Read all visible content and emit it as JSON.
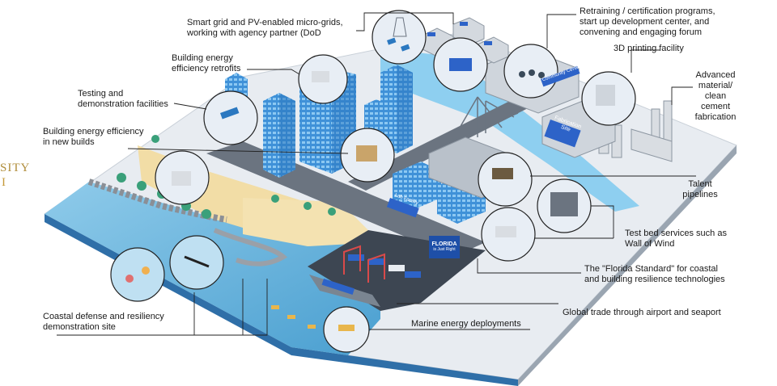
{
  "logo": {
    "line1": "SITY",
    "line2": "I"
  },
  "labels": {
    "smart_grid": "Smart grid and PV-enabled micro-grids,\nworking with agency partner (DoD",
    "retrofits": "Building energy\nefficiency retrofits",
    "testing": "Testing and\ndemonstration facilities",
    "new_builds": "Building energy efficiency\nin new builds",
    "retraining": "Retraining / certification programs,\nstart up development center, and\nconvening and engaging forum",
    "printing": "3D printing facility",
    "materials": "Advanced\nmaterial/\nclean cement\nfabrication",
    "talent": "Talent\npipelines",
    "test_bed": "Test bed services such as\nWall of Wind",
    "florida_standard": "The \"Florida Standard\" for coastal\nand building resilience technologies",
    "global_trade": "Global trade through airport and seaport",
    "marine": "Marine energy deployments",
    "coastal": "Coastal defense and resiliency\ndemonstration site"
  },
  "signs": {
    "community": "Community Center",
    "fabrication": "Fabrication\nSite",
    "florida": "FLORIDA",
    "florida_sub": "is Just Right",
    "lab": "Lab Facility"
  },
  "colors": {
    "sea": "#6fb7de",
    "ground": "#e9edf2",
    "road": "#5c6470",
    "building": "#3b8fd6",
    "sand": "#f2dda6",
    "line": "#222222"
  }
}
